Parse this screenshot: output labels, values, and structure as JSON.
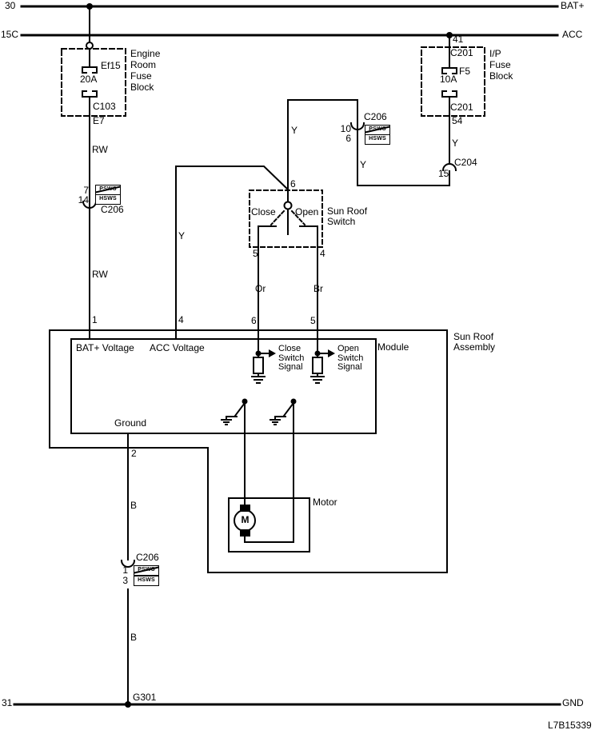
{
  "colors": {
    "ink": "#000000",
    "background": "#ffffff"
  },
  "rails": {
    "bat": {
      "id": "30",
      "name": "BAT+"
    },
    "acc": {
      "id": "15C",
      "name": "ACC"
    },
    "gnd": {
      "id": "31",
      "name": "GND"
    }
  },
  "footer": {
    "drawing_number": "L7B15339"
  },
  "engine_room_fuse_block": {
    "label": "Engine\nRoom\nFuse\nBlock",
    "fuse_id": "Ef15",
    "fuse_rating": "20A",
    "bottom_connector": "C103",
    "bottom_pin": "E7"
  },
  "ip_fuse_block": {
    "label": "I/P\nFuse\nBlock",
    "top_pin": "41",
    "top_connector": "C201",
    "fuse_id": "F5",
    "fuse_rating": "10A",
    "bottom_connector": "C201",
    "bottom_pin": "54"
  },
  "connectors": {
    "c206_left": {
      "name": "C206",
      "pin_top": "7",
      "pin_bottom": "14",
      "option_top": "PSWS",
      "option_bottom": "HSWS"
    },
    "c206_top": {
      "name": "C206",
      "pin_top": "10",
      "pin_bottom": "6",
      "option_top": "PSWS",
      "option_bottom": "HSWS"
    },
    "c204": {
      "name": "C204",
      "pin": "15"
    },
    "c206_bottom": {
      "name": "C206",
      "pin_top": "1",
      "pin_bottom": "3",
      "option_top": "PSWS",
      "option_bottom": "HSWS"
    }
  },
  "wires": {
    "rw_upper": "RW",
    "rw_lower": "RW",
    "y_to_switch": "Y",
    "y_to_module": "Y",
    "y_at_c206": "Y",
    "y_at_c204": "Y",
    "or": "Or",
    "br": "Br",
    "b_upper": "B",
    "b_lower": "B"
  },
  "sunroof_switch": {
    "label": "Sun Roof\nSwitch",
    "close_label": "Close",
    "open_label": "Open",
    "pin_common": "6",
    "pin_close": "5",
    "pin_open": "4"
  },
  "sunroof_assembly": {
    "label": "Sun Roof\nAssembly",
    "module_label": "Module",
    "motor_label": "Motor",
    "motor_symbol": "M",
    "pins": {
      "bat": "1",
      "acc": "4",
      "close": "6",
      "open": "5",
      "ground": "2"
    },
    "signals": {
      "bat": "BAT+ Voltage",
      "acc": "ACC Voltage",
      "close": "Close\nSwitch\nSignal",
      "open": "Open\nSwitch\nSignal",
      "ground": "Ground"
    }
  },
  "ground_point": "G301"
}
